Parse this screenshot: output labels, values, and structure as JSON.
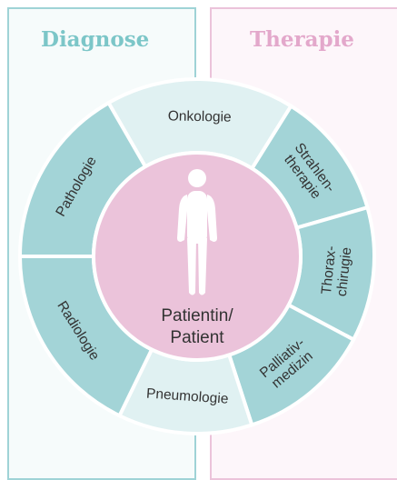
{
  "columns": {
    "diagnose": {
      "title": "Diagnose"
    },
    "therapie": {
      "title": "Therapie"
    }
  },
  "center": {
    "line1": "Patientin/",
    "line2": "Patient",
    "icon": "human-figure-icon"
  },
  "segments": [
    {
      "id": "onkologie",
      "lines": [
        "Onkologie"
      ],
      "color": "#e0f1f2"
    },
    {
      "id": "strahlentherapie",
      "lines": [
        "Strahlen-",
        "therapie"
      ],
      "color": "#a3d4d7"
    },
    {
      "id": "thoraxchirurgie",
      "lines": [
        "Thorax-",
        "chirugie"
      ],
      "color": "#a3d4d7"
    },
    {
      "id": "palliativmedizin",
      "lines": [
        "Palliativ-",
        "medizin"
      ],
      "color": "#a3d4d7"
    },
    {
      "id": "pneumologie",
      "lines": [
        "Pneumologie"
      ],
      "color": "#e0f1f2"
    },
    {
      "id": "radiologie",
      "lines": [
        "Radiologie"
      ],
      "color": "#a3d4d7"
    },
    {
      "id": "pathologie",
      "lines": [
        "Pathologie"
      ],
      "color": "#a3d4d7"
    }
  ],
  "colors": {
    "diagnose_accent": "#7cc6c8",
    "therapie_accent": "#e3a8cb",
    "center_fill": "#ebc3da",
    "figure_fill": "#ffffff"
  }
}
